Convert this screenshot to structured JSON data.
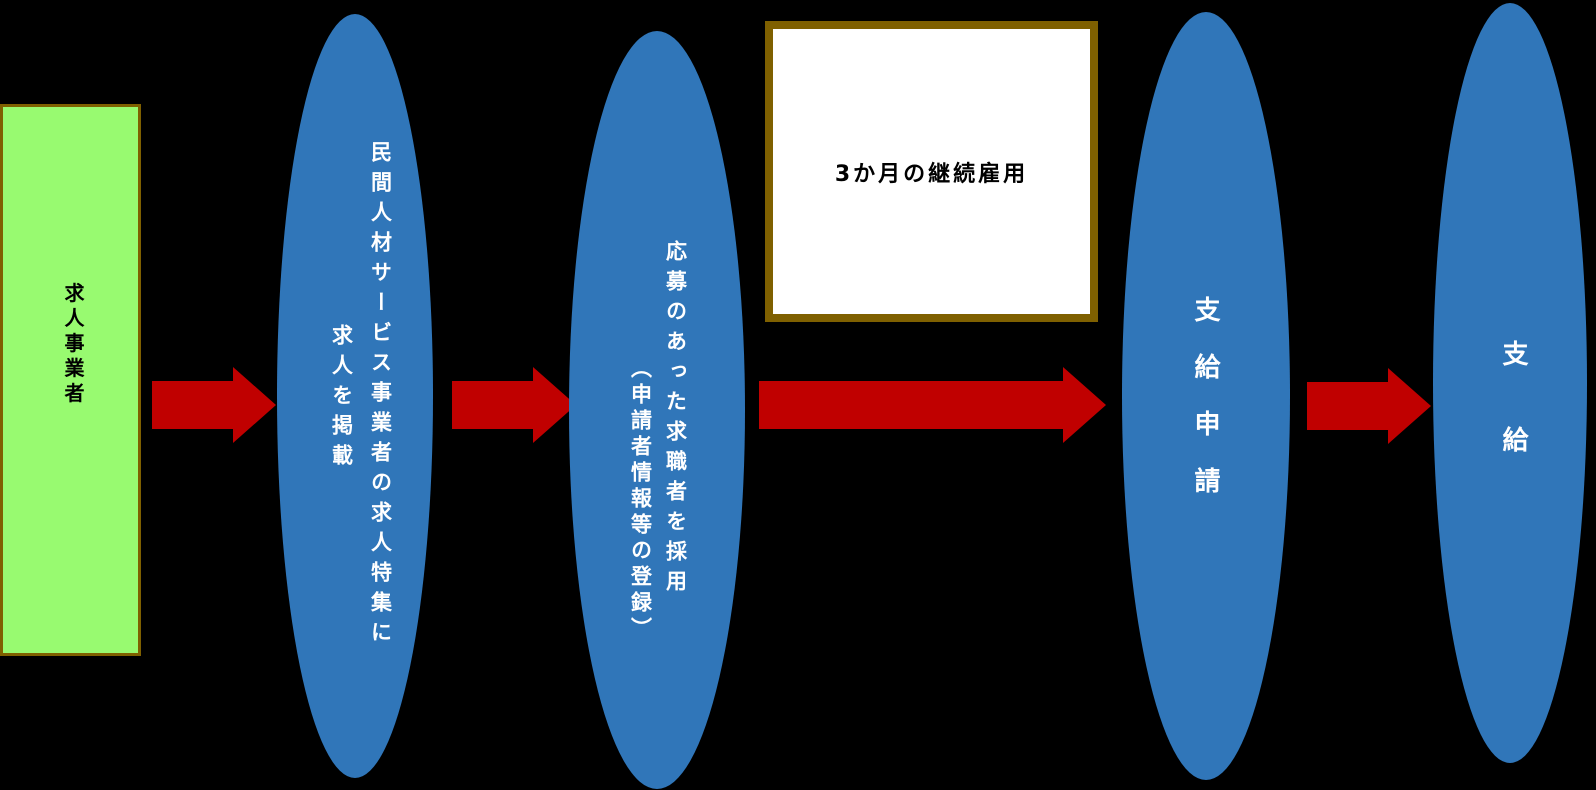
{
  "colors": {
    "background": "#000000",
    "node_blue": "#3076B9",
    "arrow_red": "#C00000",
    "employer_green": "#98FA70",
    "border_olive": "#7F6000",
    "callout_fill": "#FFFFFF"
  },
  "flow": {
    "employer_box": {
      "label": "求人事業者"
    },
    "step_publish": {
      "line1": "民間人材サービス事業者の求人特集に",
      "line2": "求人を掲載"
    },
    "step_hire": {
      "line1": "応募のあった求職者を採用",
      "line2": "（申請者情報等の登録）"
    },
    "callout": {
      "label": "3か月の継続雇用"
    },
    "step_apply": {
      "label": "支給申請"
    },
    "step_pay": {
      "label": "支給"
    }
  }
}
